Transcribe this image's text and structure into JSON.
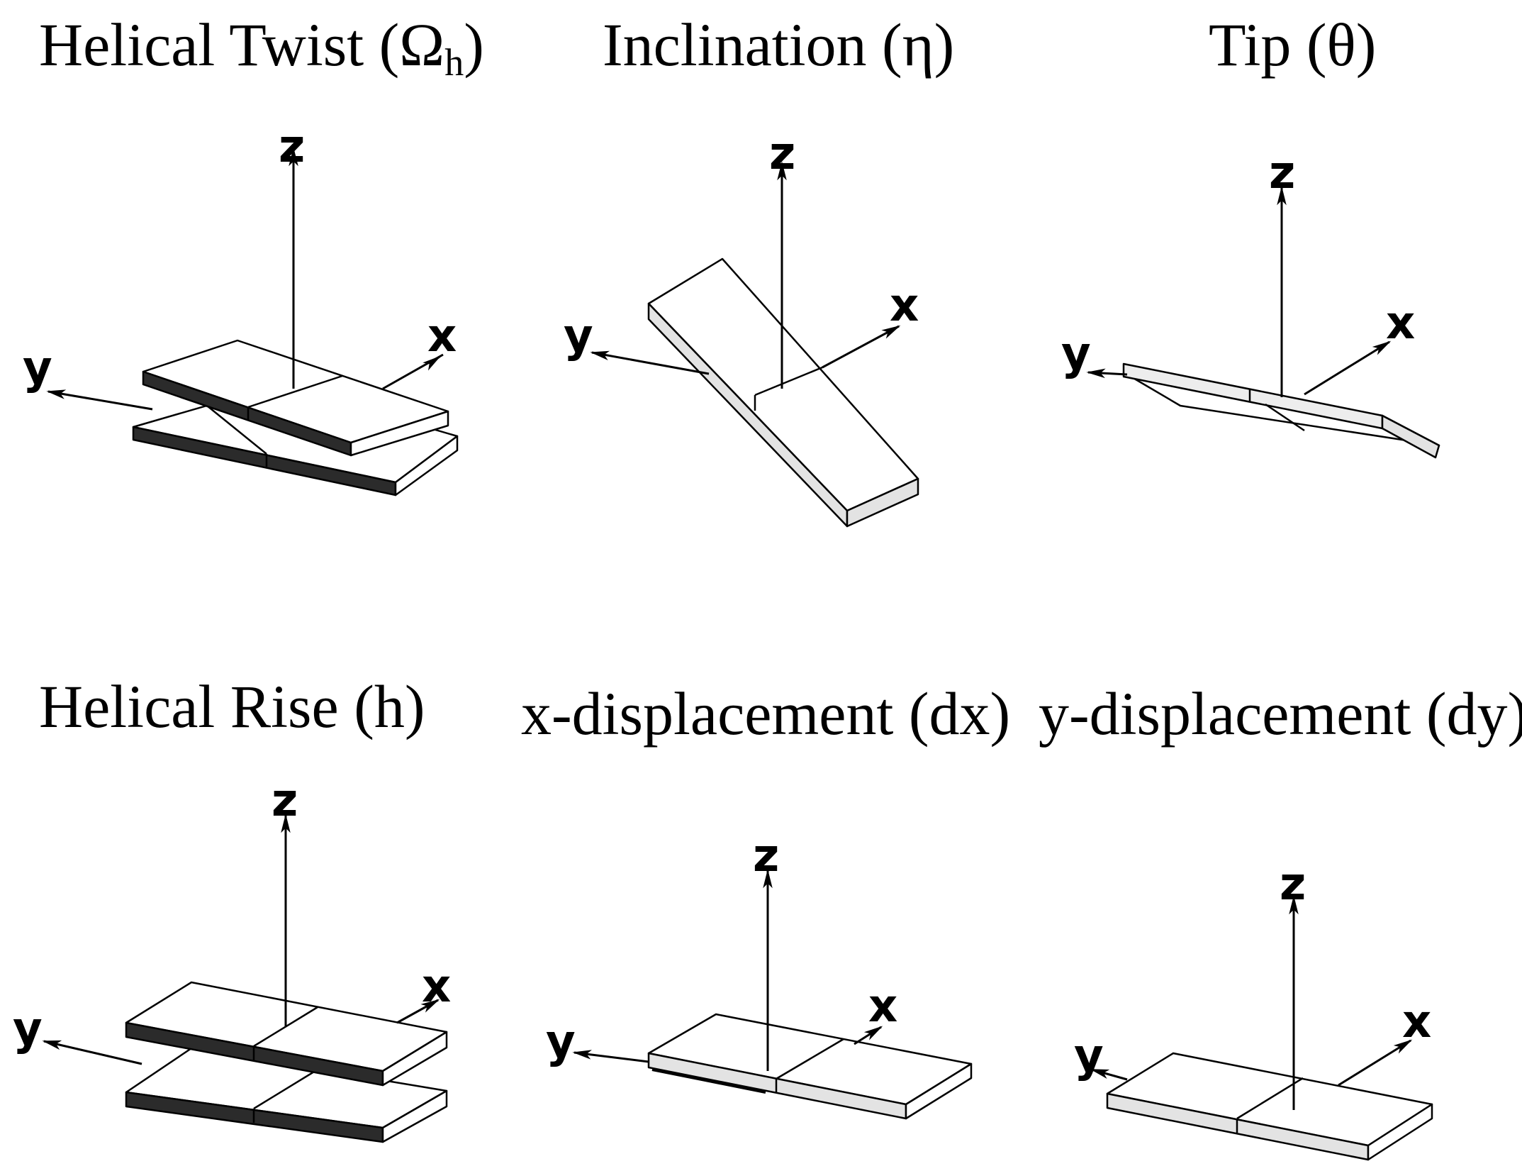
{
  "panels": [
    {
      "id": "helical-twist",
      "title_main": "Helical Twist (Ω",
      "title_sub": "h",
      "title_close": ")",
      "axes": {
        "x": "x",
        "y": "y",
        "z": "z"
      }
    },
    {
      "id": "inclination",
      "title": "Inclination (η)",
      "axes": {
        "x": "x",
        "y": "y",
        "z": "z"
      }
    },
    {
      "id": "tip",
      "title": "Tip (θ)",
      "axes": {
        "x": "x",
        "y": "y",
        "z": "z"
      }
    },
    {
      "id": "helical-rise",
      "title": "Helical Rise (h)",
      "axes": {
        "x": "x",
        "y": "y",
        "z": "z"
      }
    },
    {
      "id": "x-displacement",
      "title": "x-displacement (dx)",
      "axes": {
        "x": "x",
        "y": "y",
        "z": "z"
      }
    },
    {
      "id": "y-displacement",
      "title": "y-displacement (dy)",
      "axes": {
        "x": "x",
        "y": "y",
        "z": "z"
      }
    }
  ],
  "colors": {
    "background": "#ffffff",
    "stroke": "#000000",
    "dark_face": "#2b2b2b",
    "light_face": "#e3e3e3"
  }
}
